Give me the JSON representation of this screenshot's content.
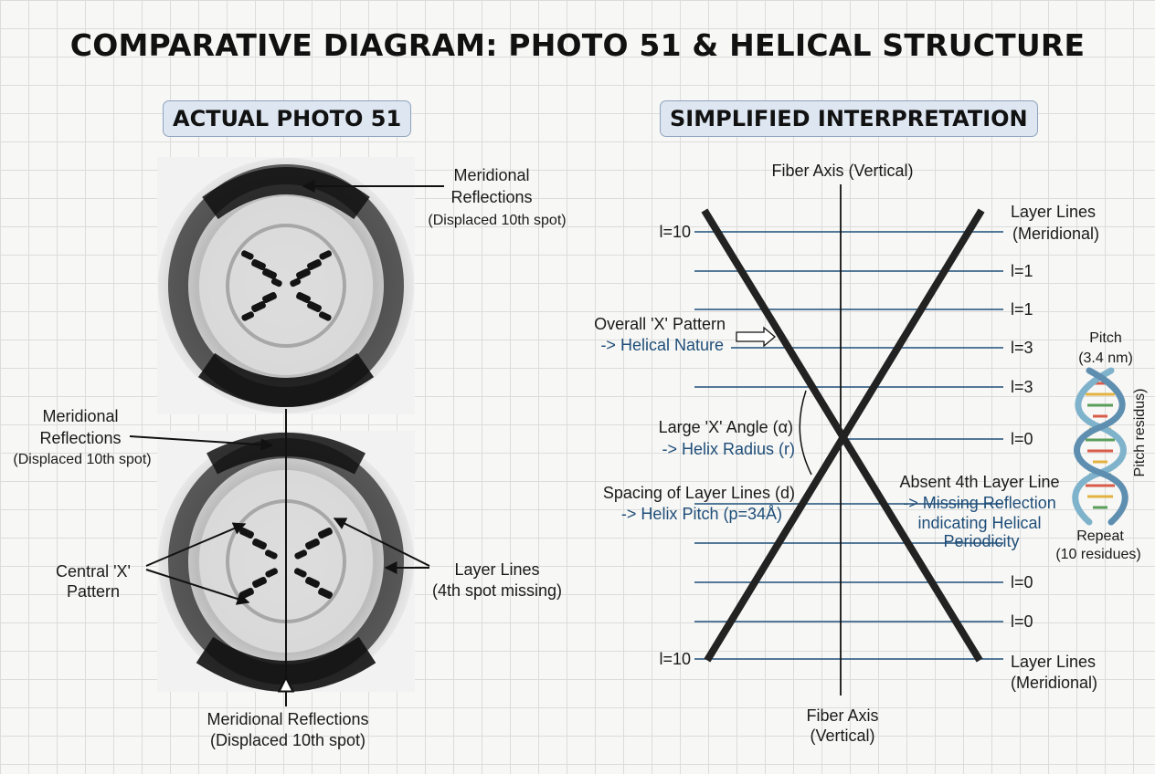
{
  "title": "COMPARATIVE DIAGRAM: PHOTO 51 & HELICAL STRUCTURE",
  "left_panel": {
    "heading": "ACTUAL PHOTO 51",
    "top_meridional": {
      "line1": "Meridional",
      "line2": "Reflections",
      "line3": "(Displaced 10th spot)"
    },
    "mid_meridional": {
      "line1": "Meridional",
      "line2": "Reflections",
      "line3": "(Displaced 10th spot)"
    },
    "central_x": {
      "line1": "Central 'X'",
      "line2": "Pattern"
    },
    "layer_lines": {
      "line1": "Layer Lines",
      "line2": "(4th spot missing)"
    },
    "bottom_meridional": {
      "line1": "Meridional Reflections",
      "line2": "(Displaced 10th spot)"
    }
  },
  "right_panel": {
    "heading": "SIMPLIFIED INTERPRETATION",
    "fiber_axis_top": "Fiber Axis (Vertical)",
    "fiber_axis_bottom": {
      "line1": "Fiber Axis",
      "line2": "(Vertical)"
    },
    "layer_lines_top": {
      "line1": "Layer Lines",
      "line2": "(Meridional)"
    },
    "layer_lines_bottom": {
      "line1": "Layer Lines",
      "line2": "(Meridional)"
    },
    "left_index_top": "l=10",
    "left_index_bottom": "l=10",
    "right_indices": [
      "l=1",
      "l=1",
      "l=3",
      "l=3",
      "l=0",
      "l=0",
      "l=0"
    ],
    "x_pattern": {
      "line1": "Overall 'X' Pattern",
      "line2": "-> Helical Nature"
    },
    "x_angle": {
      "line1": "Large 'X' Angle (α)",
      "line2": "-> Helix Radius (r)"
    },
    "spacing": {
      "line1": "Spacing of Layer Lines (d)",
      "line2": "-> Helix Pitch (p=34Å)"
    },
    "absent": {
      "line1": "Absent 4th Layer Line",
      "line2": "-> Missing Reflection",
      "line3": "indicating Helical",
      "line4": "Periodicity"
    },
    "pitch": {
      "line1": "Pitch",
      "line2": "(3.4 nm)"
    },
    "pitch_residue": "Pitch residus)",
    "repeat": {
      "line1": "Repeat",
      "line2": "(10 residues)"
    }
  },
  "colors": {
    "layer_line": "#1f4e79",
    "annotation_blue": "#1f4e79",
    "heading_fill": "#dde6f1",
    "dna_backbone": "#7fb3cc"
  }
}
